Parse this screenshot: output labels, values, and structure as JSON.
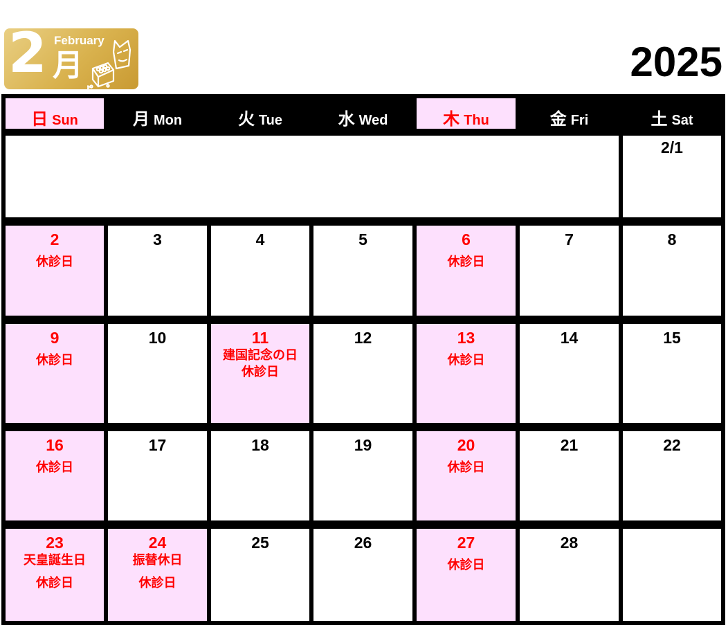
{
  "header": {
    "month_number": "2",
    "month_kanji": "月",
    "month_english": "February",
    "year": "2025"
  },
  "weekdays": [
    {
      "jp": "日",
      "en": "Sun",
      "highlight": true
    },
    {
      "jp": "月",
      "en": "Mon",
      "highlight": false
    },
    {
      "jp": "火",
      "en": "Tue",
      "highlight": false
    },
    {
      "jp": "水",
      "en": "Wed",
      "highlight": false
    },
    {
      "jp": "木",
      "en": "Thu",
      "highlight": true
    },
    {
      "jp": "金",
      "en": "Fri",
      "highlight": false
    },
    {
      "jp": "土",
      "en": "Sat",
      "highlight": false
    }
  ],
  "week1": {
    "saturday": "2/1"
  },
  "weeks": [
    [
      {
        "day": "2",
        "closed": true,
        "notes": [
          "休診日"
        ]
      },
      {
        "day": "3"
      },
      {
        "day": "4"
      },
      {
        "day": "5"
      },
      {
        "day": "6",
        "closed": true,
        "notes": [
          "休診日"
        ]
      },
      {
        "day": "7"
      },
      {
        "day": "8"
      }
    ],
    [
      {
        "day": "9",
        "closed": true,
        "notes": [
          "休診日"
        ]
      },
      {
        "day": "10"
      },
      {
        "day": "11",
        "closed": true,
        "notes": [
          "建国記念の日",
          "休診日"
        ]
      },
      {
        "day": "12"
      },
      {
        "day": "13",
        "closed": true,
        "notes": [
          "休診日"
        ]
      },
      {
        "day": "14"
      },
      {
        "day": "15"
      }
    ],
    [
      {
        "day": "16",
        "closed": true,
        "notes": [
          "休診日"
        ]
      },
      {
        "day": "17"
      },
      {
        "day": "18"
      },
      {
        "day": "19"
      },
      {
        "day": "20",
        "closed": true,
        "notes": [
          "休診日"
        ]
      },
      {
        "day": "21"
      },
      {
        "day": "22"
      }
    ],
    [
      {
        "day": "23",
        "closed": true,
        "notes": [
          "天皇誕生日",
          "休診日"
        ]
      },
      {
        "day": "24",
        "closed": true,
        "notes": [
          "振替休日",
          "休診日"
        ]
      },
      {
        "day": "25"
      },
      {
        "day": "26"
      },
      {
        "day": "27",
        "closed": true,
        "notes": [
          "休診日"
        ]
      },
      {
        "day": "28"
      },
      {
        "day": ""
      }
    ]
  ],
  "colors": {
    "holiday_fill": "#fde0fd",
    "holiday_text": "#ff0000",
    "grid_line": "#000000",
    "badge_gold": "#d9b24e"
  },
  "icons": {
    "badge_art": "mask-and-bean-box-icon"
  }
}
